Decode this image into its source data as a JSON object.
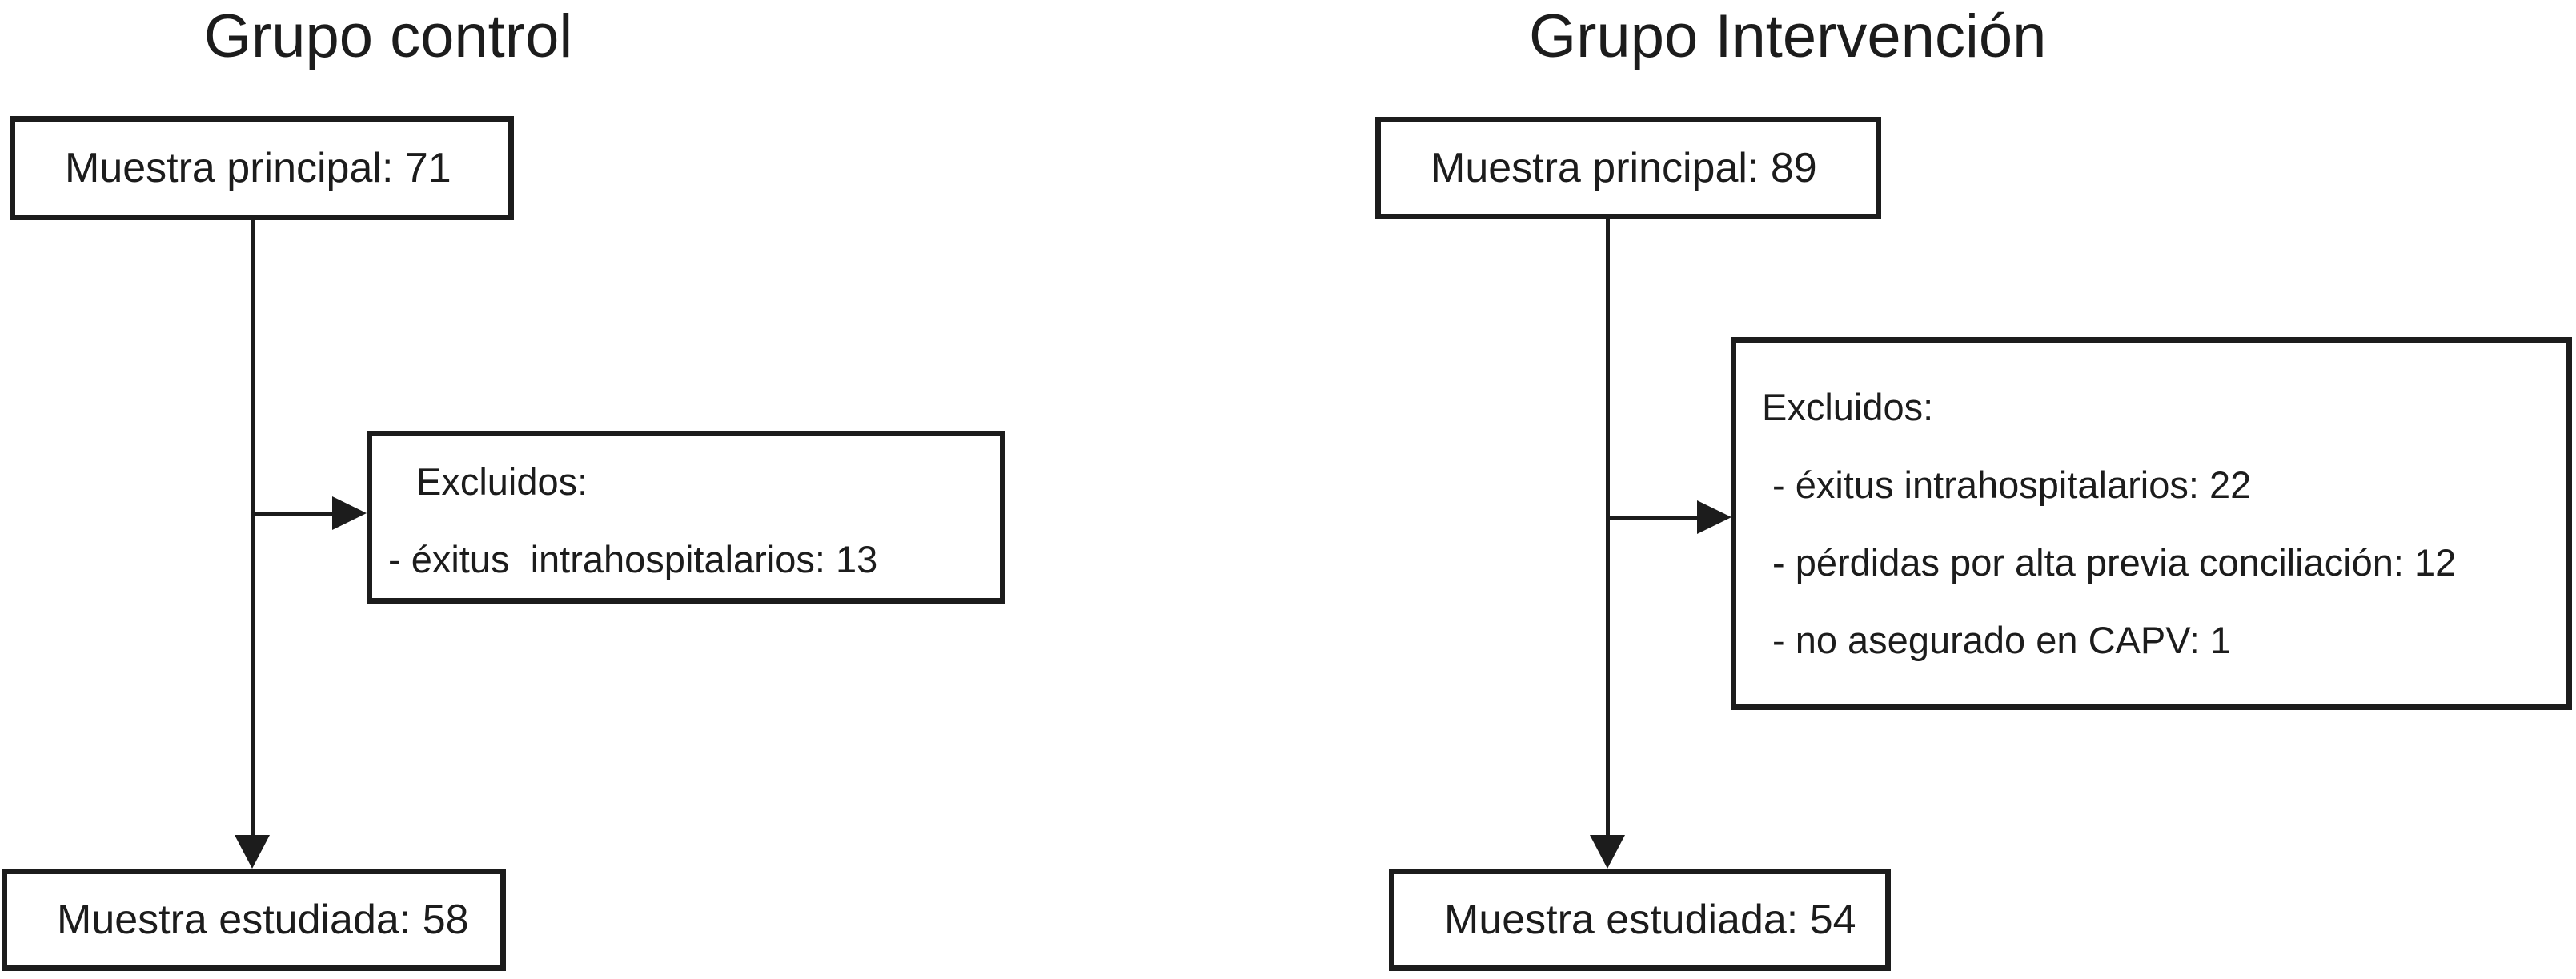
{
  "figure": {
    "type": "flow-diagram",
    "background_color": "#ffffff",
    "line_color": "#1c1c1c",
    "groups": [
      {
        "id": "control",
        "title": "Grupo control",
        "main_box": {
          "label": "Muestra principal: 71"
        },
        "excluded_box": {
          "heading": "Excluidos:",
          "items": [
            "- éxitus  intrahospitalarios: 13"
          ]
        },
        "final_box": {
          "label": "Muestra estudiada: 58"
        }
      },
      {
        "id": "intervention",
        "title": "Grupo Intervención",
        "main_box": {
          "label": "Muestra principal: 89"
        },
        "excluded_box": {
          "heading": "Excluidos:",
          "items": [
            "- éxitus intrahospitalarios: 22",
            "- pérdidas por alta previa conciliación: 12",
            "- no asegurado en CAPV: 1"
          ]
        },
        "final_box": {
          "label": "Muestra estudiada: 54"
        }
      }
    ]
  }
}
